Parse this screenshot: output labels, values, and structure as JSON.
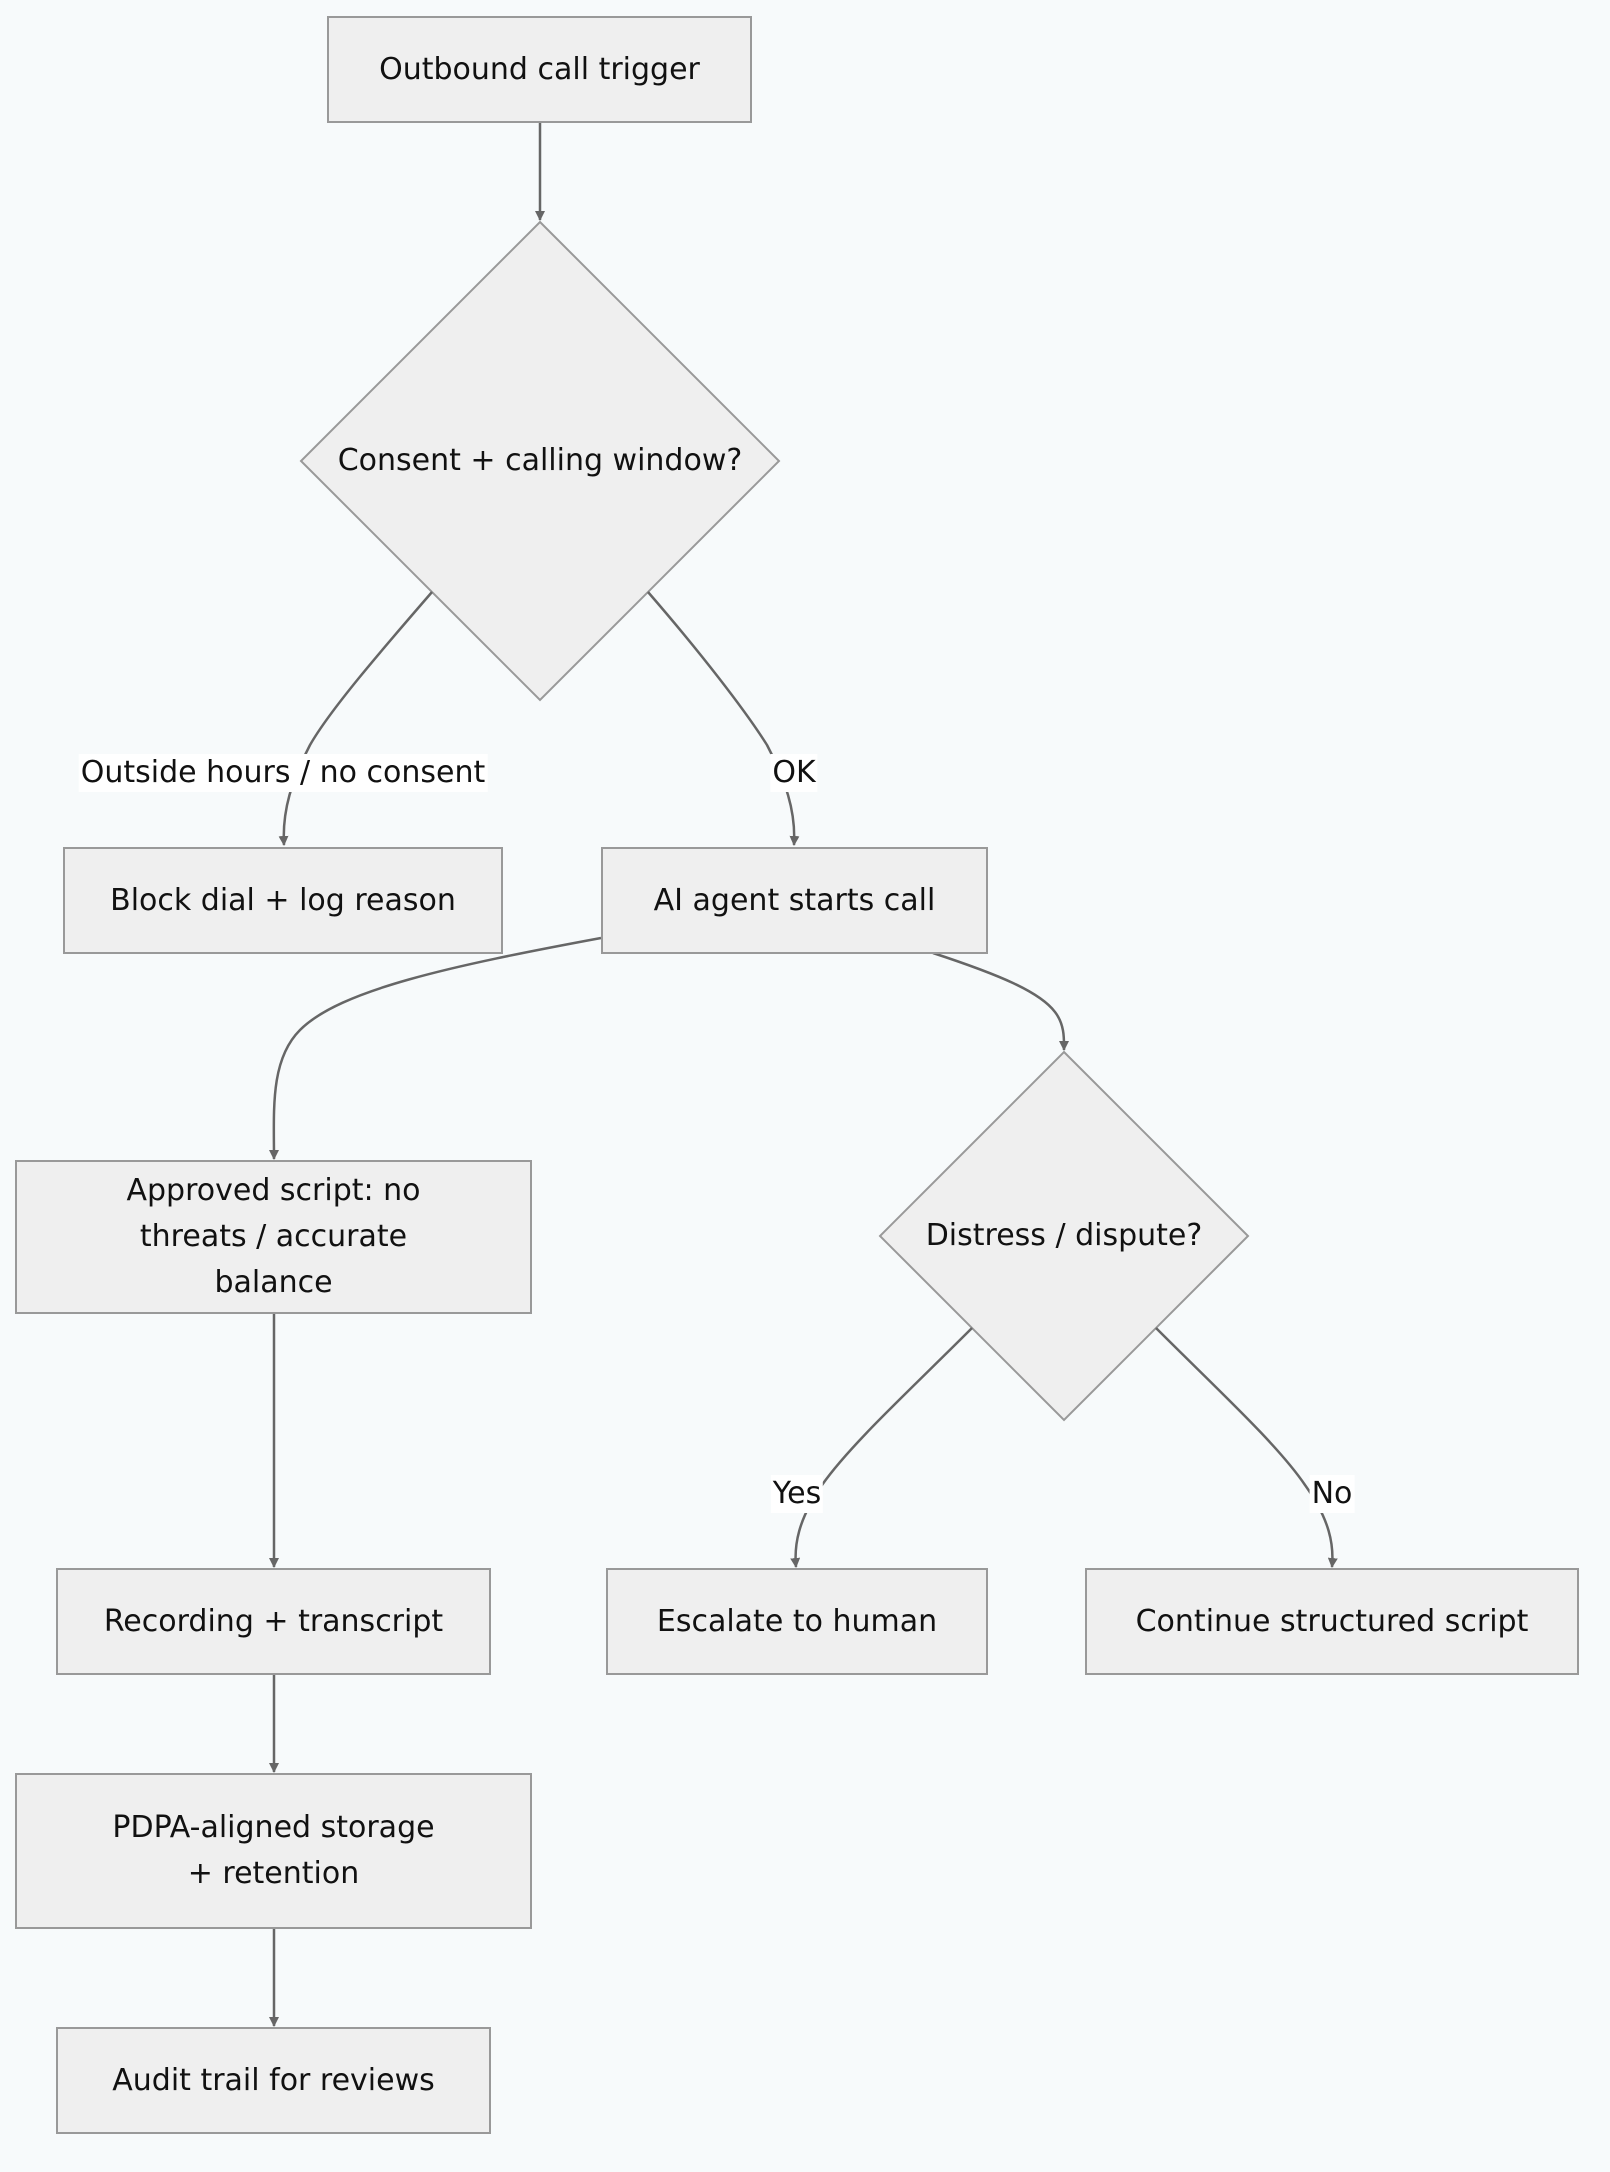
{
  "nodes": {
    "outbound_call_trigger": "Outbound call trigger",
    "consent_check": "Consent + calling window?",
    "block_dial": "Block dial + log reason",
    "ai_agent_starts": "AI agent starts call",
    "approved_script": "Approved script: no threats / accurate balance",
    "distress_check": "Distress / dispute?",
    "recording": "Recording + transcript",
    "escalate": "Escalate to human",
    "continue_script": "Continue structured script",
    "pdpa_storage": "PDPA-aligned storage + retention",
    "audit_trail": "Audit trail for reviews"
  },
  "edges": {
    "outside_hours": "Outside hours / no consent",
    "ok": "OK",
    "yes": "Yes",
    "no": "No"
  },
  "colors": {
    "node_fill": "#efefef",
    "node_stroke": "#999999",
    "edge_stroke": "#666666",
    "background": "#f7fafb"
  }
}
